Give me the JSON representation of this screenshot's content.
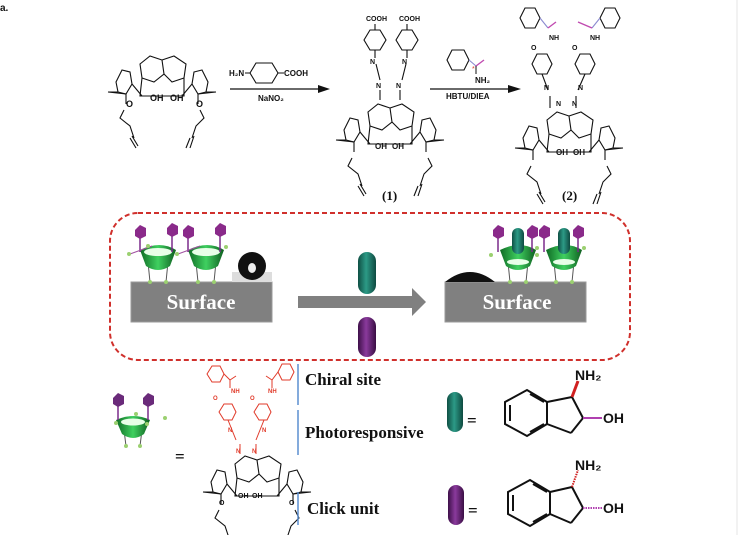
{
  "figure": {
    "corner_mark": "a.",
    "top_row": {
      "reagent1": {
        "amine_prefix": "H₂N",
        "acid_suffix": "COOH",
        "condition": "NaNO₂"
      },
      "compound1": {
        "label": "(1)",
        "groups": [
          "COOH",
          "COOH",
          "N",
          "N",
          "N",
          "N",
          "OH",
          "OH"
        ]
      },
      "reagent2": {
        "amine": "NH₂",
        "chiral_mark": "*",
        "condition": "HBTU/DIEA"
      },
      "compound2": {
        "label": "(2)",
        "groups": [
          "NH",
          "NH",
          "O",
          "O",
          "N",
          "N",
          "N",
          "N",
          "OH",
          "OH"
        ]
      },
      "start_material": {
        "groups": [
          "OH",
          "OH",
          "O",
          "O"
        ]
      }
    },
    "middle_panel": {
      "left_surface_label": "Surface",
      "right_surface_label": "Surface",
      "border_color": "#d0302c",
      "surface_color": "#808080",
      "teal_color": "#1f7a6a",
      "purple_color": "#6a2a7a",
      "green_color": "#2aa84a"
    },
    "legend": {
      "equals": "=",
      "chiral_site": "Chiral site",
      "photoresponsive": "Photoresponsive",
      "click_unit": "Click unit",
      "bracket_color": "#5b8fd0",
      "red_structure_color": "#e03a2a",
      "red_groups": [
        "NH",
        "NH",
        "O",
        "O",
        "N",
        "N",
        "N",
        "N"
      ],
      "black_groups": [
        "OH",
        "OH",
        "O",
        "O"
      ],
      "teal_molecule": {
        "amine": "NH₂",
        "hydroxyl": "OH"
      },
      "purple_molecule": {
        "amine": "NH₂",
        "hydroxyl": "OH"
      }
    }
  }
}
